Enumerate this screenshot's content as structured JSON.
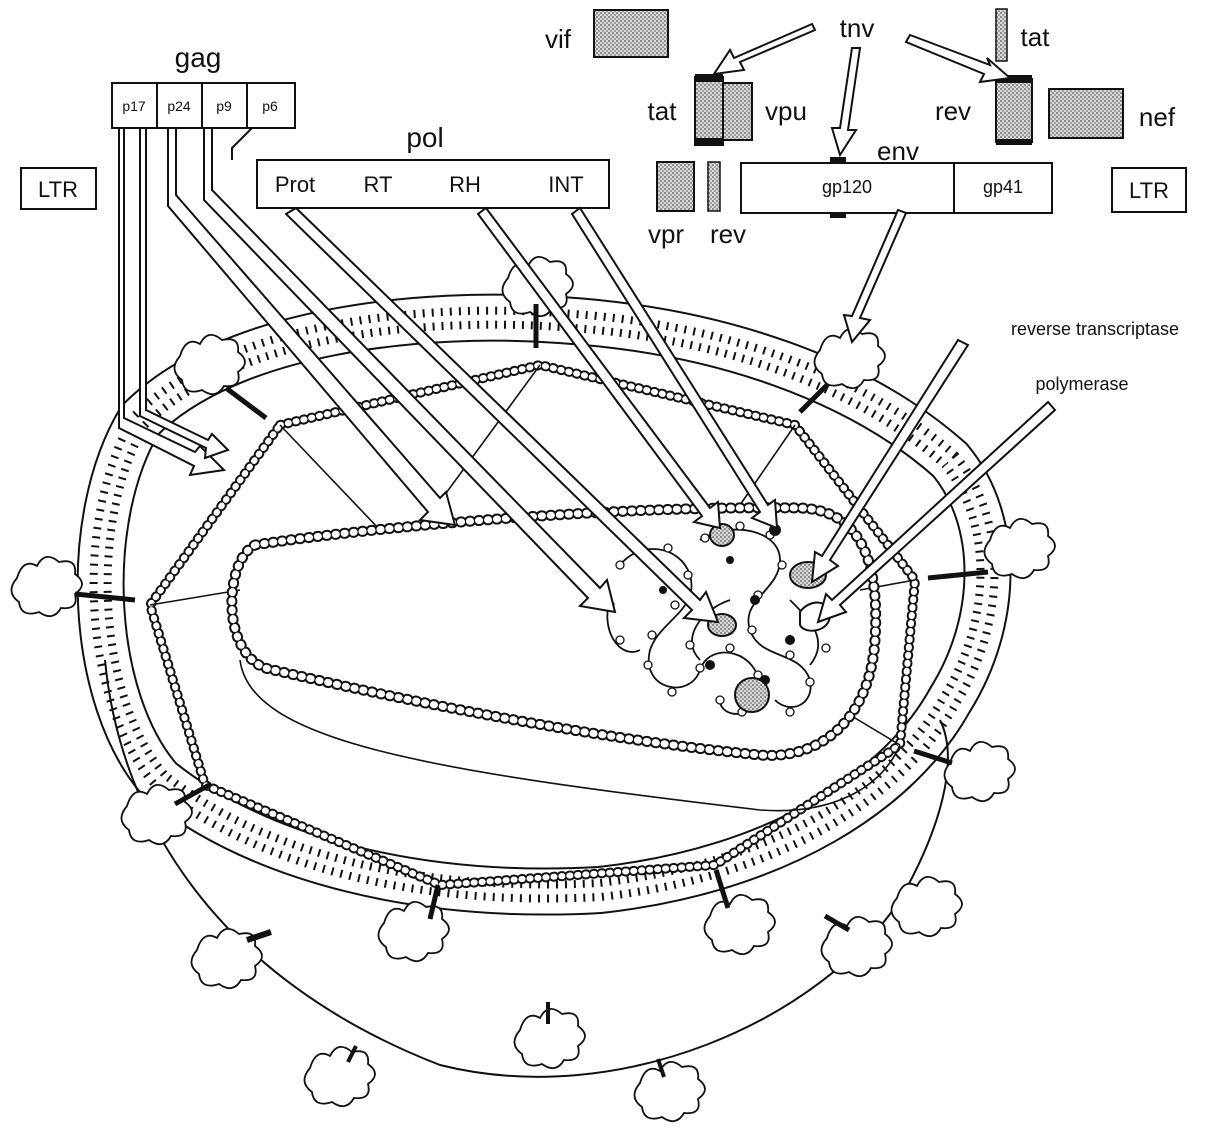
{
  "genes": {
    "ltr_left": "LTR",
    "ltr_right": "LTR",
    "gag": {
      "title": "gag",
      "segments": [
        "p17",
        "p24",
        "p9",
        "p6"
      ]
    },
    "pol": {
      "title": "pol",
      "segments": [
        "Prot",
        "RT",
        "RH",
        "INT"
      ]
    },
    "env": {
      "title": "env",
      "segments": [
        "gp120",
        "gp41"
      ]
    },
    "vif": "vif",
    "tnv": "tnv",
    "tat_top": "tat",
    "tat_left": "tat",
    "vpu": "vpu",
    "rev_right": "rev",
    "nef": "nef",
    "vpr": "vpr",
    "rev_lower": "rev"
  },
  "annotations": {
    "reverse_transcriptase": "reverse transcriptase",
    "polymerase": "polymerase"
  },
  "colors": {
    "ink": "#111111",
    "stipple": "#bdbdbd",
    "background": "#ffffff"
  }
}
